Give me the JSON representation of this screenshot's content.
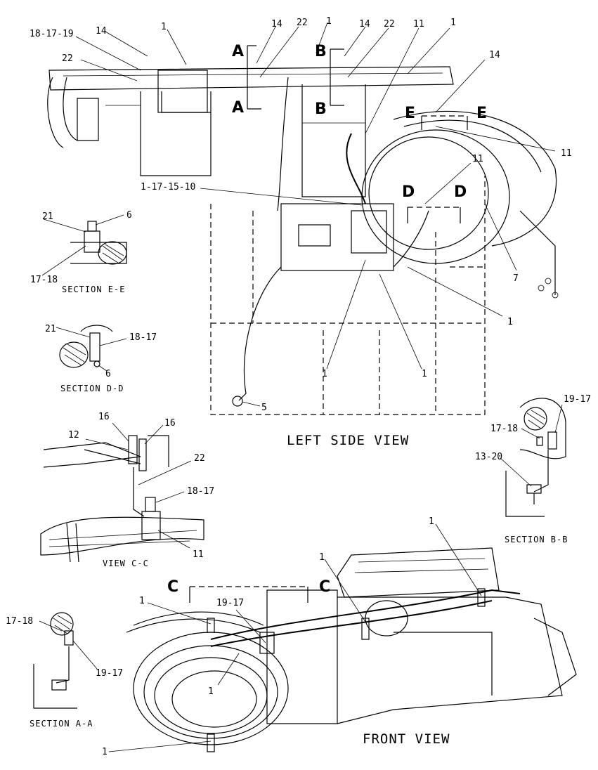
{
  "views": {
    "left_side_view": "LEFT SIDE VIEW",
    "front_view": "FRONT VIEW",
    "section_e_e": "SECTION E-E",
    "section_d_d": "SECTION D-D",
    "section_b_b": "SECTION B-B",
    "section_a_a": "SECTION A-A",
    "view_c_c": "VIEW C-C"
  },
  "cut_letters": {
    "a": "A",
    "b": "B",
    "c": "C",
    "d": "D",
    "e": "E"
  },
  "callouts": {
    "c18_17_19": "18-17-19",
    "c14": "14",
    "c1": "1",
    "c22": "22",
    "c11": "11",
    "c1_17_15_10": "1-17-15-10",
    "c7": "7",
    "c21": "21",
    "c6": "6",
    "c17_18": "17-18",
    "c18_17": "18-17",
    "c5": "5",
    "c16": "16",
    "c12": "12",
    "c19_17": "19-17",
    "c13_20": "13-20"
  }
}
